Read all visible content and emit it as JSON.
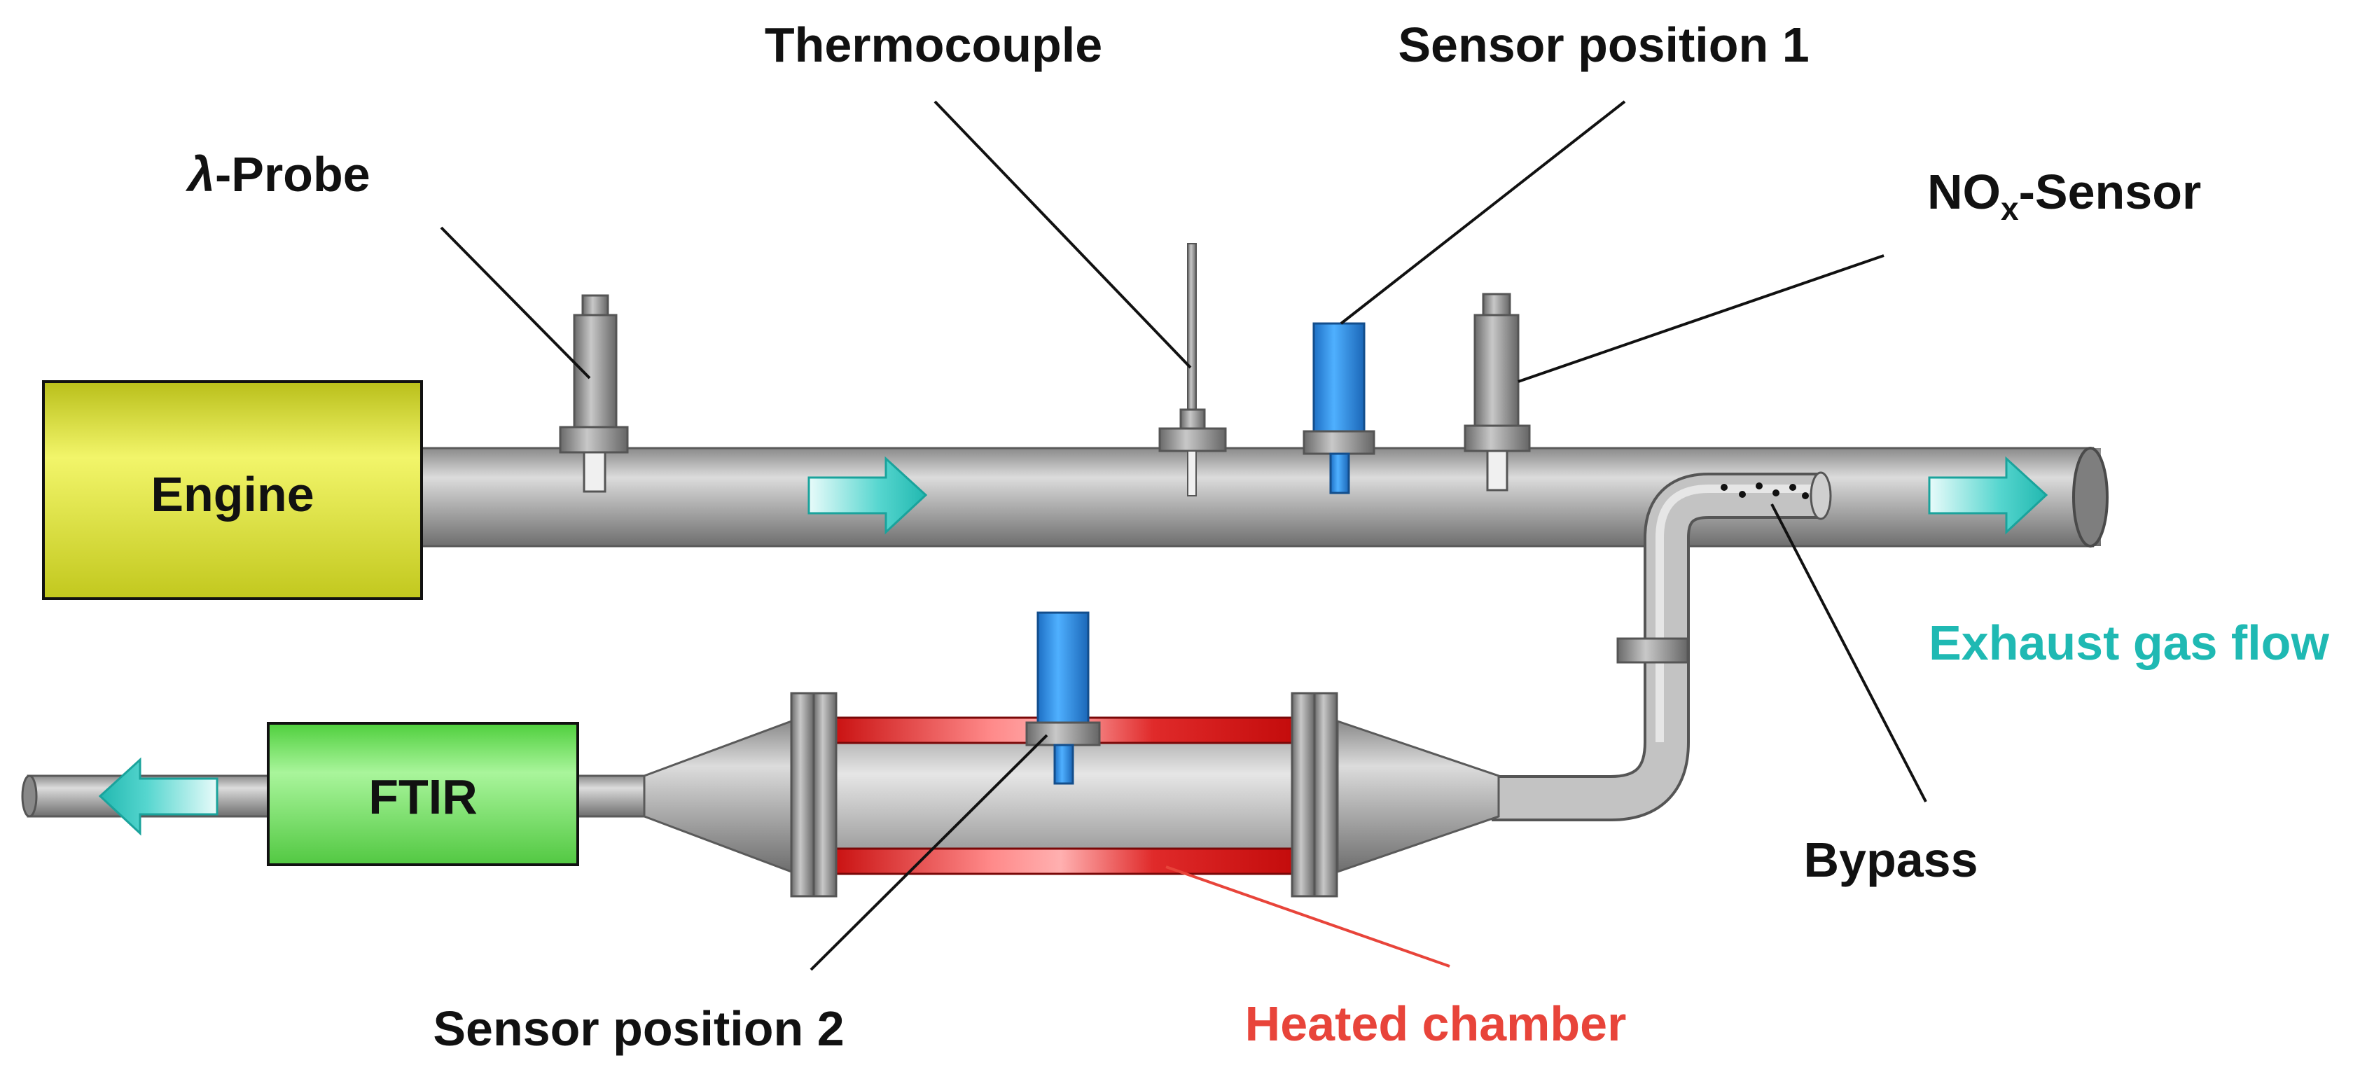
{
  "colors": {
    "pipe": "#9a9a9a",
    "engine_fill": "#d6dd2a",
    "ftir_fill": "#6ede5a",
    "sensor_blue": "#2f8fe6",
    "flow_cyan": "#2cc7c0",
    "heater_red": "#d41313",
    "exhaust_label": "#1fb9b3",
    "heated_label": "#e8443a"
  },
  "icons": [
    "flow-arrow-icon",
    "probe-icon",
    "sensor-icon",
    "thermocouple-icon",
    "flange-icon"
  ],
  "boxes": {
    "engine": "Engine",
    "ftir": "FTIR"
  },
  "labels": {
    "lambda_symbol": "λ",
    "lambda_probe": "-Probe",
    "thermocouple": "Thermocouple",
    "sensor_position_1": "Sensor position 1",
    "nox_base": "NO",
    "nox_sub": "x",
    "nox_suffix": "-Sensor",
    "exhaust_gas_flow": "Exhaust gas flow",
    "bypass": "Bypass",
    "sensor_position_2": "Sensor position 2",
    "heated_chamber": "Heated chamber"
  }
}
